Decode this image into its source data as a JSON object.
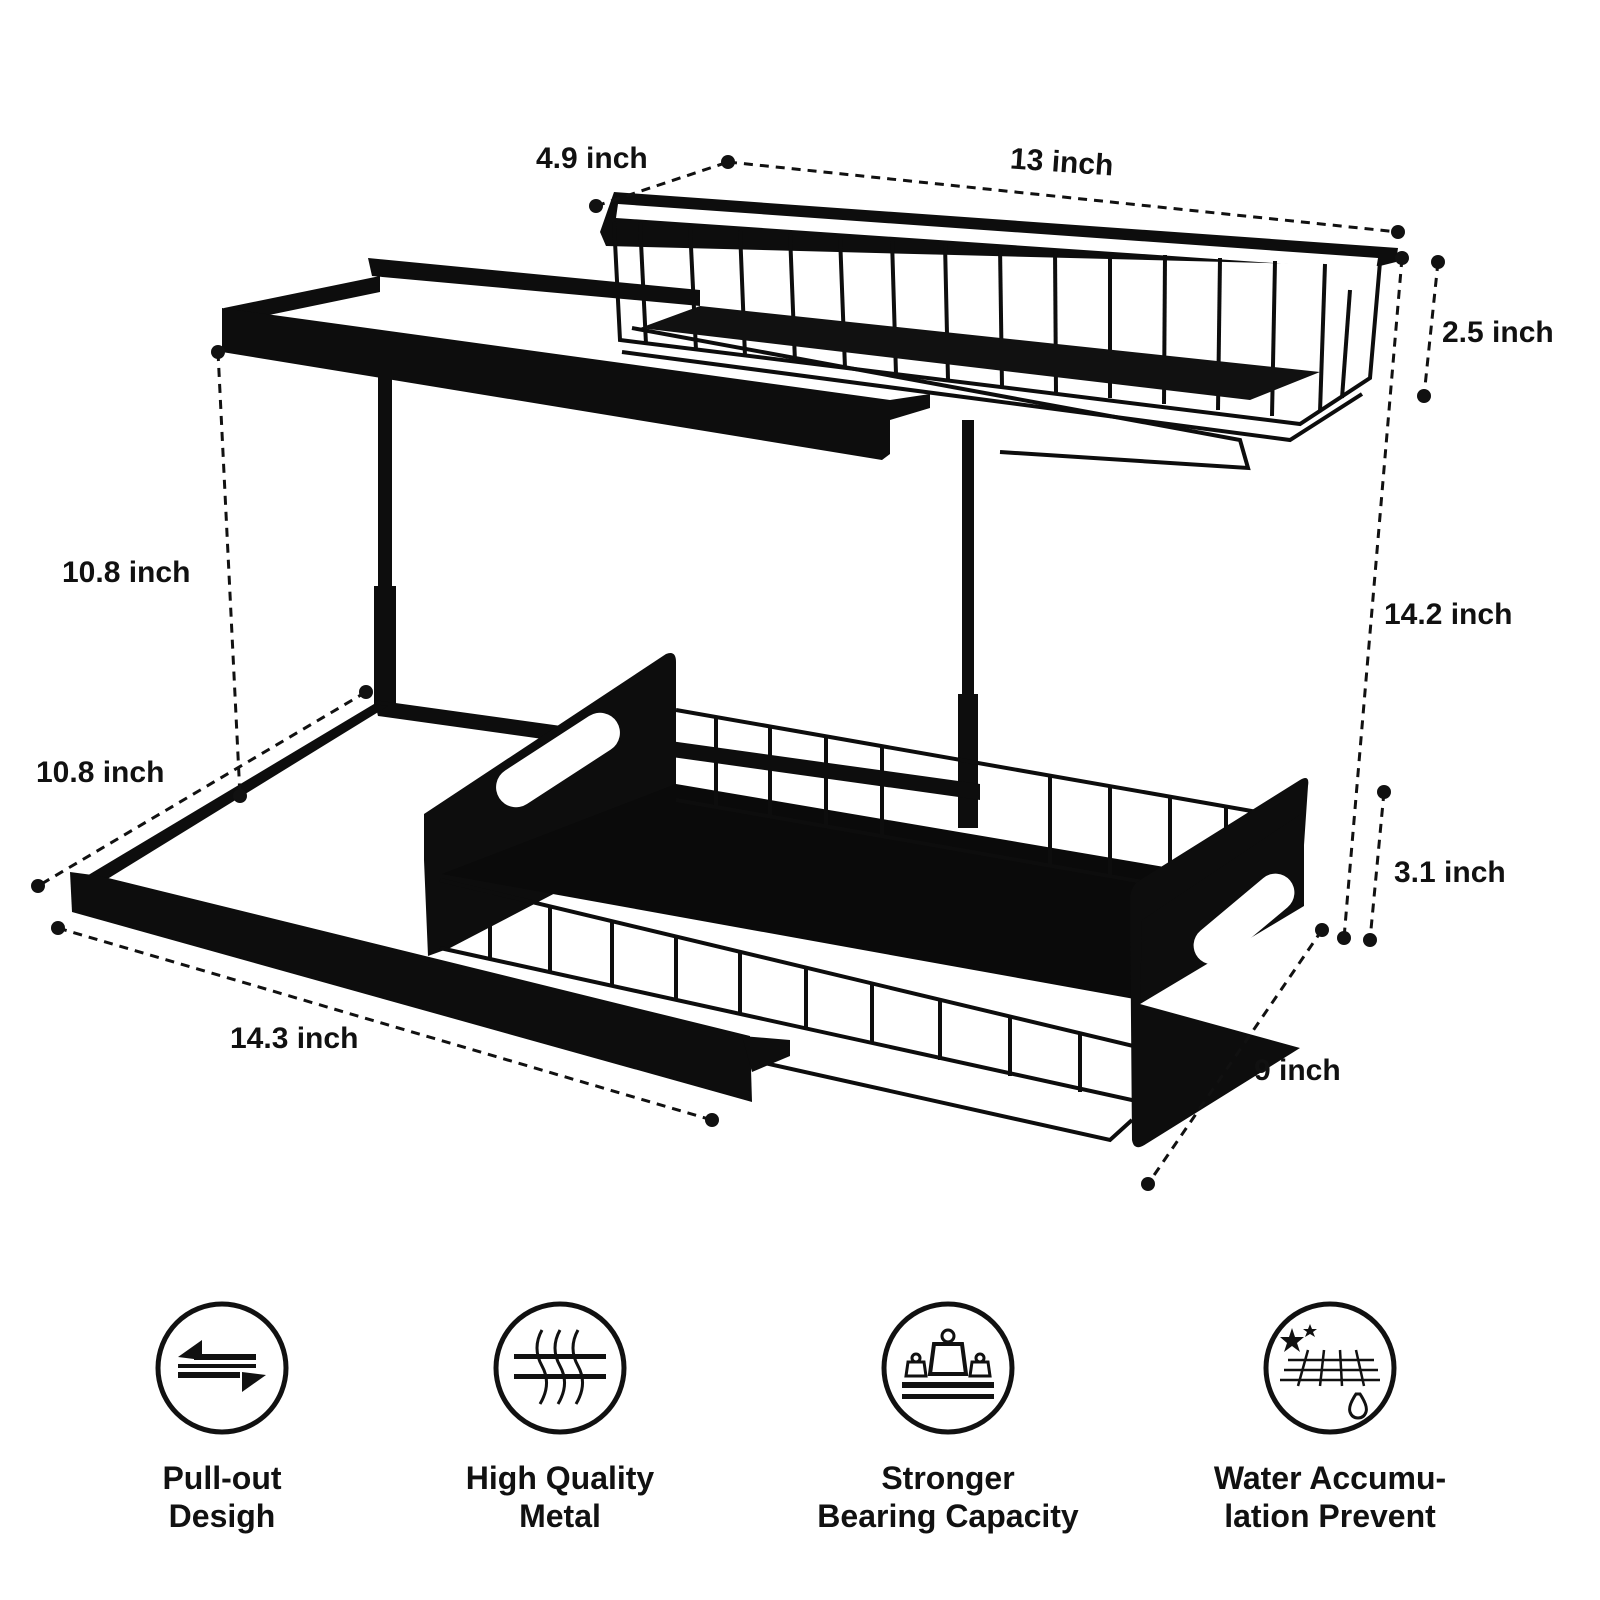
{
  "dimensions": {
    "top_depth": "4.9 inch",
    "top_width": "13 inch",
    "top_height": "2.5 inch",
    "upper_gap": "10.8 inch",
    "total_height": "14.2 inch",
    "base_depth": "10.8 inch",
    "bottom_height": "3.1 inch",
    "base_length": "14.3 inch",
    "bottom_width": "9 inch"
  },
  "features": [
    {
      "icon": "pull-out-arrows-icon",
      "line1": "Pull-out",
      "line2": "Desigh"
    },
    {
      "icon": "metal-layers-icon",
      "line1": "High Quality",
      "line2": "Metal"
    },
    {
      "icon": "weights-icon",
      "line1": "Stronger",
      "line2": "Bearing Capacity"
    },
    {
      "icon": "water-drop-grid-icon",
      "line1": "Water Accumu-",
      "line2": "lation Prevent"
    }
  ],
  "colors": {
    "product": "#0d0d0d",
    "text": "#111111",
    "background": "#ffffff"
  }
}
